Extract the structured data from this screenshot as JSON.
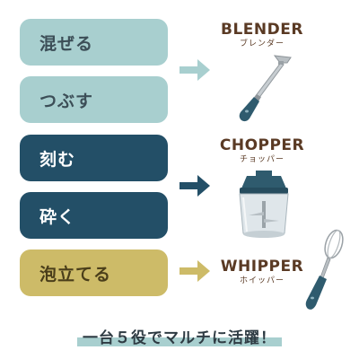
{
  "actions": {
    "mix": "混ぜる",
    "crush": "つぶす",
    "chop": "刻む",
    "grind": "砕く",
    "whip": "泡立てる"
  },
  "products": {
    "blender": {
      "en": "BLENDER",
      "jp": "ブレンダー"
    },
    "chopper": {
      "en": "CHOPPER",
      "jp": "チョッパー"
    },
    "whipper": {
      "en": "WHIPPER",
      "jp": "ホイッパー"
    }
  },
  "tagline": "一台５役でマルチに活躍！",
  "colors": {
    "light_teal": "#a8cfcf",
    "navy": "#234f67",
    "gold": "#cdbb68",
    "brown": "#5a3a24"
  },
  "icons": [
    "arrow-right-icon",
    "blender-icon",
    "chopper-icon",
    "whisk-icon"
  ]
}
